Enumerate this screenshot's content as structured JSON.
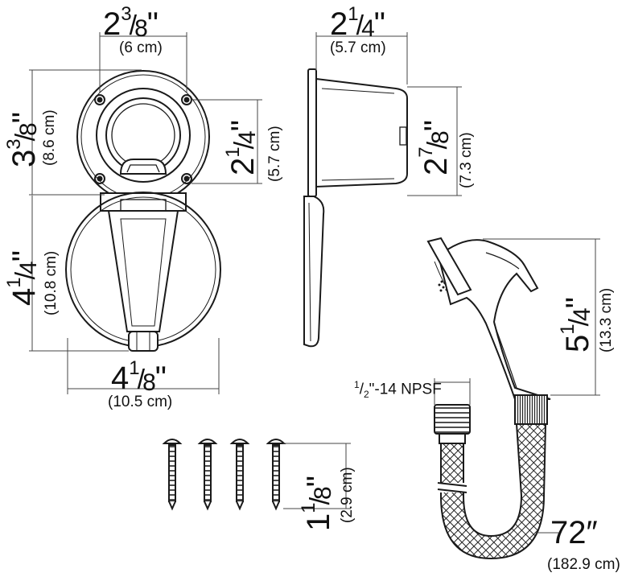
{
  "dims": {
    "top_width": {
      "whole": "2",
      "num": "3",
      "den": "8",
      "unit": "\"",
      "metric": "(6 cm)"
    },
    "side_depth": {
      "whole": "2",
      "num": "1",
      "den": "4",
      "unit": "\"",
      "metric": "(5.7 cm)"
    },
    "top_height": {
      "whole": "3",
      "num": "3",
      "den": "8",
      "unit": "\"",
      "metric": "(8.6 cm)"
    },
    "inner_height": {
      "whole": "2",
      "num": "1",
      "den": "4",
      "unit": "\"",
      "metric": "(5.7 cm)"
    },
    "side_height": {
      "whole": "2",
      "num": "7",
      "den": "8",
      "unit": "\"",
      "metric": "(7.3 cm)"
    },
    "lid_height": {
      "whole": "4",
      "num": "1",
      "den": "4",
      "unit": "\"",
      "metric": "(10.8 cm)"
    },
    "lid_width": {
      "whole": "4",
      "num": "1",
      "den": "8",
      "unit": "\"",
      "metric": "(10.5 cm)"
    },
    "sprayer_height": {
      "whole": "5",
      "num": "1",
      "den": "4",
      "unit": "\"",
      "metric": "(13.3 cm)"
    },
    "screw_length": {
      "whole": "1",
      "num": "1",
      "den": "8",
      "unit": "\"",
      "metric": "(2.9 cm)"
    },
    "hose_length": {
      "label": "72″",
      "metric": "(182.9 cm)"
    },
    "thread": {
      "num": "1",
      "den": "2",
      "rest": "\"-14 NPSF"
    }
  }
}
